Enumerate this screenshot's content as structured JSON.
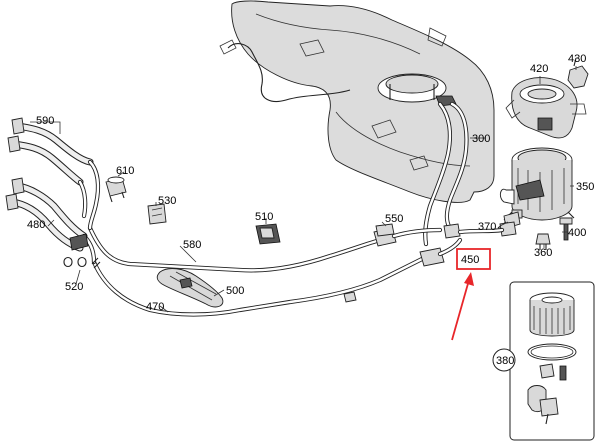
{
  "diagram": {
    "labels": {
      "p590": "590",
      "p610": "610",
      "p530": "530",
      "p480": "480",
      "p580": "580",
      "p510": "510",
      "p550": "550",
      "p520": "520",
      "p500": "500",
      "p470": "470",
      "p300": "300",
      "p370": "370",
      "p450": "450",
      "p400": "400",
      "p360": "360",
      "p350": "350",
      "p420": "420",
      "p430": "430",
      "p380": "380"
    },
    "highlight": {
      "part": "450",
      "color": "#e8262a"
    }
  }
}
